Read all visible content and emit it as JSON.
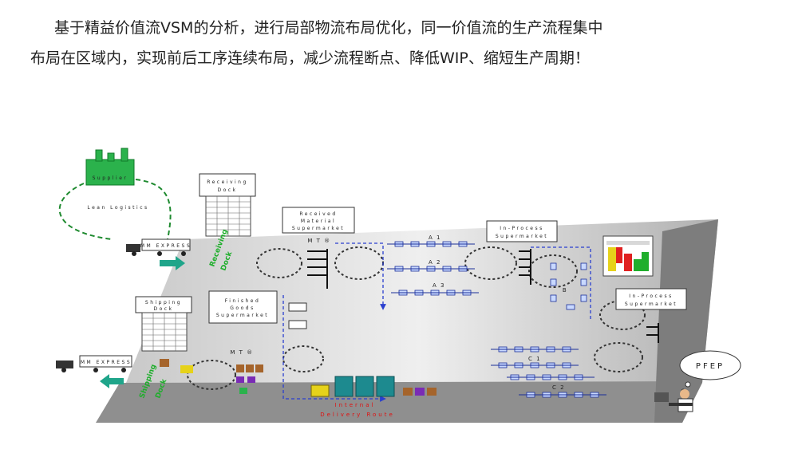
{
  "intro": {
    "line1": "基于精益价值流VSM的分析，进行局部物流布局优化，同一价值流的生产流程集中",
    "line2": "布局在区域内，实现前后工序连续布局，减少流程断点、降低WIP、缩短生产周期！"
  },
  "diagram": {
    "supplier": "Supplier",
    "lean_logistics": "Lean Logistics",
    "receiving_dock_box": [
      "Receiving",
      "Dock"
    ],
    "receiving_dock_floor": [
      "Receiving",
      "Dock"
    ],
    "received_material_box": [
      "Received",
      "Material",
      "Supermarket"
    ],
    "in_process_box": [
      "In-Process",
      "Supermarket"
    ],
    "in_process_box2": [
      "In-Process",
      "Supermarket"
    ],
    "shipping_dock_box": [
      "Shipping",
      "Dock"
    ],
    "shipping_dock_floor": [
      "Shipping",
      "Dock"
    ],
    "finished_goods_box": [
      "Finished",
      "Goods",
      "Supermarket"
    ],
    "truck_text": "MM EXPRESS",
    "mt_label": "M T ®",
    "line_a1": "A 1",
    "line_a2": "A 2",
    "line_a3": "A 3",
    "line_b": "B",
    "line_c1": "C 1",
    "line_c2": "C 2",
    "internal_route": [
      "Internal",
      "Delivery Route"
    ],
    "pfep": "PFEP",
    "colors": {
      "green_factory": "#2bb24c",
      "teal_arrow": "#1fa58a",
      "floor_light": "#dcdcdc",
      "floor_dark": "#8c8c8c",
      "route_blue": "#2a3fcf",
      "route_text_red": "#e01010",
      "cart_yellow": "#e6d21a",
      "train_teal": "#1d8a8f"
    }
  }
}
